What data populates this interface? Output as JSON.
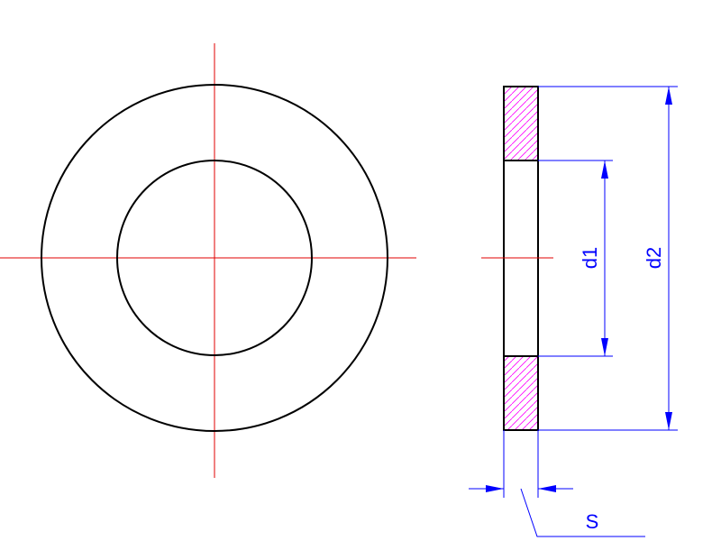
{
  "labels": {
    "d1": "d1",
    "d2": "d2",
    "s": "S"
  },
  "colors": {
    "outline": "#000000",
    "centerline": "#e00000",
    "dimension": "#0000ff",
    "hatch": "#ff00ff",
    "background": "#ffffff"
  }
}
